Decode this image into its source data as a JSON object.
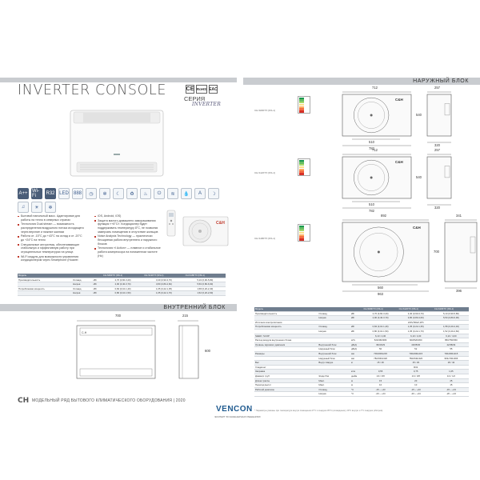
{
  "left": {
    "title": "INVERTER CONSOLE",
    "badges": [
      "CE",
      "RoHS",
      "EAC"
    ],
    "series_label": "СЕРИЯ",
    "inverter_mark": "INVERTER",
    "icons": [
      {
        "name": "energy-class-icon",
        "text": "A++"
      },
      {
        "name": "wifi-icon",
        "text": "Wi-Fi"
      },
      {
        "name": "refrigerant-icon",
        "text": "R32"
      },
      {
        "name": "led-icon",
        "text": "LED"
      },
      {
        "name": "display-icon",
        "text": "888"
      },
      {
        "name": "timer-icon",
        "text": "◷"
      },
      {
        "name": "fan-icon",
        "text": "✲"
      },
      {
        "name": "sleep-icon",
        "text": "☾"
      },
      {
        "name": "self-clean-icon",
        "text": "♻"
      },
      {
        "name": "heat-icon",
        "text": "♨"
      },
      {
        "name": "power-icon",
        "text": "⏻"
      },
      {
        "name": "air-icon",
        "text": "≋"
      },
      {
        "name": "drop-icon",
        "text": "💧"
      },
      {
        "name": "auto-icon",
        "text": "A"
      },
      {
        "name": "moon-icon",
        "text": "☽"
      },
      {
        "name": "quiet-icon",
        "text": "♫"
      },
      {
        "name": "sun-icon",
        "text": "☀"
      },
      {
        "name": "snow-icon",
        "text": "❄"
      }
    ],
    "features_col1": [
      "Бытовой напольный масс. Адаптирован для работы на тепло в северных странах",
      "Технология Dual stream — возможность распределения воздушного потока исходящего через верхние и нижние жалюзи",
      "Работа от -15°C до +43°C на охлад и от -20°C до +24°C на тепло",
      "Специальные алгоритмы, обеспечивающие стабильную и эффективную работу при отрицательных температурах на улице.",
      "Wi-Fi модуль для возможности управления кондиционером через Smartphone (Huawei"
    ],
    "features_col2": [
      "iOS, Android, iOS)",
      "Защита малого домашнего замораживания функция «+8°C». Кондиционер будет поддерживать температуру 8°C, не позволяя замерзать помещению в отсутствие жильцов",
      "Noise Analysis Technology — практически бесшумная работа внутреннего и наружного блоков",
      "Технология «I Action» — плавное и стабильное работа компрессора на пониженном частоте (Hz)"
    ],
    "table": {
      "headers": [
        "Модель",
        "",
        "",
        "CH-S09FTX (NS-1)",
        "CH-S12FTX (NS-1)",
        "CH-S18FTX (NS-1)"
      ],
      "rows": [
        [
          "Производительность",
          "Охлажд.",
          "кВт",
          "2,70 (0,60-3,20)",
          "3,40 (0,90-3,70)",
          "5,10 (0,90-5,80)"
        ],
        [
          "",
          "Нагрев",
          "кВт",
          "2,90 (0,40-3,70)",
          "3,80 (0,80-4,60)",
          "5,50 (0,80-6,90)"
        ],
        [
          "Потребляемая мощность",
          "Охлажд.",
          "кВт",
          "0,84 (0,10-1,40)",
          "1,05 (0,22-1,35)",
          "1,58 (0,20-2,40)"
        ],
        [
          "",
          "Нагрев",
          "кВт",
          "0,80 (0,10-1,50)",
          "1,05 (0,22-1,70)",
          "1,52 (0,20-2,60)"
        ]
      ]
    },
    "section_title": "ВНУТРЕННИЙ БЛОК",
    "dims": {
      "width": "700",
      "depth": "215",
      "height": "600"
    },
    "footer_logo": "CH",
    "footer_text": "МОДЕЛЬНЫЙ РЯД БЫТОВОГО КЛИМАТИЧЕСКОГО ОБОРУДОВАНИЯ | 2020",
    "brand": "VENCON",
    "brand_tag": "ЭКСПЕРТ В ИНЖЕНЕРНЫХ РЕШЕНИЯХ"
  },
  "right": {
    "section_title": "НАРУЖНЫЙ БЛОК",
    "units": [
      {
        "model": "CH-S09FTX (NS-1)",
        "w": "712",
        "d": "257",
        "h": "540",
        "f1": "510",
        "f2": "782",
        "f3": "320"
      },
      {
        "model": "CH-S12FTX (NS-1)",
        "w": "712",
        "d": "257",
        "h": "540",
        "f1": "510",
        "f2": "782",
        "f3": "320"
      },
      {
        "model": "CH-S18FTX (NS-1)",
        "w": "892",
        "d": "341",
        "h": "700",
        "f1": "560",
        "f2": "963",
        "f3": "396"
      }
    ],
    "spec_headers": [
      "Модель",
      "",
      "",
      "CH-S09FTX (NS-1)",
      "CH-S12FTX (NS-1)",
      "CH-S18FTX (NS-1)"
    ],
    "spec_rows": [
      [
        "Производительность",
        "Охлажд.",
        "кВт",
        "2,70 (0,60-3,20)",
        "3,40 (0,90-3,70)",
        "5,10 (0,90-5,80)"
      ],
      [
        "",
        "Нагрев",
        "кВт",
        "2,90 (0,40-3,70)",
        "3,80 (0,80-4,60)",
        "5,50 (0,80-6,90)"
      ],
      [
        "Источник электропитания",
        "",
        "",
        "",
        "220V,50HZ,1Ph",
        ""
      ],
      [
        "Потребляемая мощность",
        "Охлажд.",
        "кВт",
        "0,84 (0,10-1,40)",
        "1,05 (0,22-1,35)",
        "1,58 (0,20-2,40)"
      ],
      [
        "",
        "Нагрев",
        "кВт",
        "0,80 (0,10-1,50)",
        "1,05 (0,22-1,70)",
        "1,52 (0,20-2,60)"
      ],
      [
        "SEER / SCOP",
        "",
        "",
        "6,10 / 4,00",
        "6,10 / 4,00",
        "6,10 / 4,00"
      ],
      [
        "Расход воздуха внутреннего блока",
        "",
        "м³/ч",
        "520/460/380",
        "600/520/450",
        "850/750/650"
      ],
      [
        "Уровень звукового давления",
        "Внутренний блок",
        "дБ(А)",
        "39/34/29",
        "40/35/30",
        "42/38/34"
      ],
      [
        "",
        "Наружный блок",
        "дБ(А)",
        "50",
        "52",
        "55"
      ],
      [
        "Размеры",
        "Внутренний блок",
        "мм",
        "700x600x215",
        "700x600x215",
        "700x600x215"
      ],
      [
        "",
        "Наружный блок",
        "мм",
        "782x540x320",
        "782x540x320",
        "963x700x396"
      ],
      [
        "Вес",
        "Внутр./Наруж.",
        "кг",
        "15 / 26",
        "15 / 29",
        "18 / 42"
      ],
      [
        "Хладагент",
        "",
        "",
        "",
        "R32",
        ""
      ],
      [
        "Заправка",
        "",
        "кг/м",
        "0,55",
        "0,75",
        "1,05"
      ],
      [
        "Диаметр труб",
        "Жидк./Газ",
        "дюйм",
        "1/4 / 3/8",
        "1/4 / 3/8",
        "1/4 / 1/2"
      ],
      [
        "Длина трассы",
        "Макс.",
        "м",
        "15",
        "20",
        "25"
      ],
      [
        "Перепад высот",
        "Макс.",
        "м",
        "10",
        "10",
        "15"
      ],
      [
        "Рабочий диапазон",
        "Охлажд.",
        "°С",
        "-15 ~ +43",
        "-15 ~ +43",
        "-15 ~ +43"
      ],
      [
        "",
        "Нагрев",
        "°С",
        "-20 ~ +24",
        "-20 ~ +24",
        "-20 ~ +24"
      ]
    ],
    "footnote": "* Параметры указаны при температуре внутри помещения 27°C и снаружи 35°C (охлаждение); 20°C внутри и 7°C снаружи (обогрев)."
  }
}
